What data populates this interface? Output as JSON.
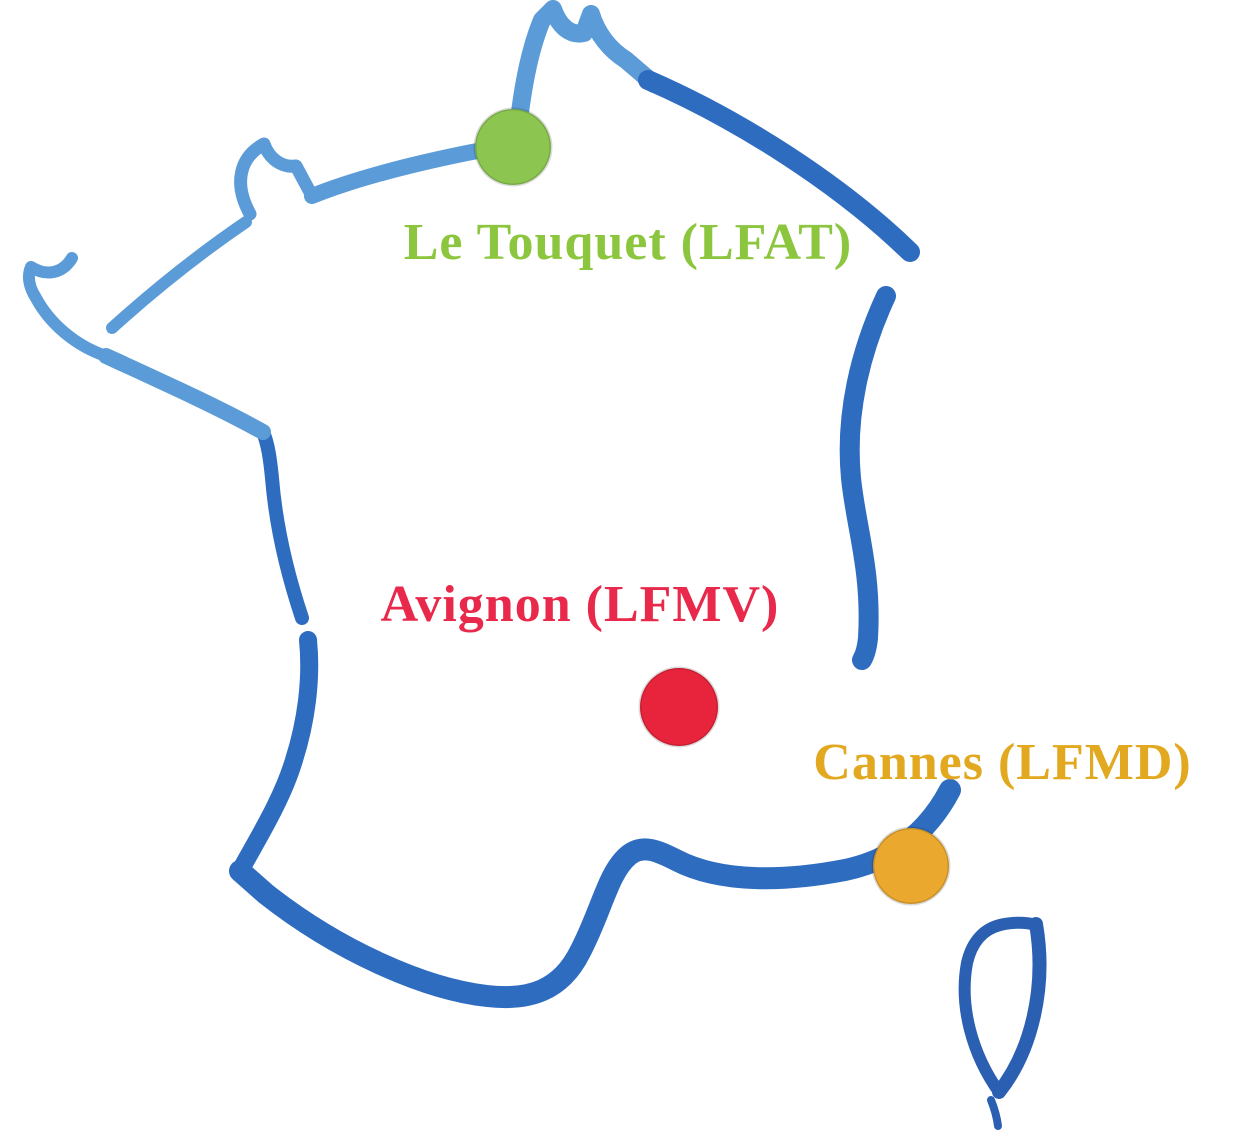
{
  "map": {
    "country": "France",
    "colors": {
      "coast_light": "#5B9CD8",
      "coast_dark": "#2E6CC0",
      "corsica": "#2B5FB2"
    }
  },
  "markers": [
    {
      "name": "Le Touquet",
      "code": "LFAT",
      "label": "Le Touquet (LFAT)",
      "label_color": "#8CC63F",
      "dot_color": "#8CC650"
    },
    {
      "name": "Avignon",
      "code": "LFMV",
      "label": "Avignon (LFMV)",
      "label_color": "#E8294B",
      "dot_color": "#E8243C"
    },
    {
      "name": "Cannes",
      "code": "LFMD",
      "label": "Cannes (LFMD)",
      "label_color": "#E2A81F",
      "dot_color": "#EAA82E"
    }
  ]
}
